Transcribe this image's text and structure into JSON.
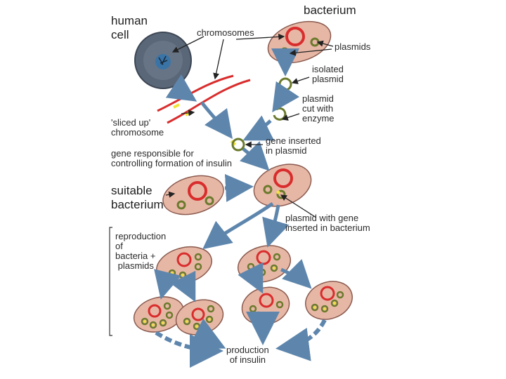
{
  "labels": {
    "human_cell": "human\ncell",
    "bacterium": "bacterium",
    "chromosomes": "chromosomes",
    "plasmids": "plasmids",
    "isolated_plasmid": "isolated\nplasmid",
    "plasmid_cut": "plasmid\ncut with\nenzyme",
    "sliced_chromosome": "'sliced up'\nchromosome",
    "gene_inserted": "gene inserted\nin plasmid",
    "gene_responsible": "gene responsible for\ncontrolling formation of insulin",
    "suitable_bacterium": "suitable\nbacterium",
    "plasmid_with_gene": "plasmid with gene\ninserted in bacterium",
    "reproduction": "reproduction\nof\nbacteria +\n plasmids",
    "production": "production\nof insulin"
  },
  "colors": {
    "cell_fill": "#4f5d6e",
    "nucleus": "#3a74a6",
    "bacterium_fill": "#e7b7a6",
    "bacterium_stroke": "#8a5a4e",
    "chromosome_red": "#d92d2d",
    "plasmid_green": "#6b7a2c",
    "gene_yellow": "#f2e33a",
    "arrow_blue": "#5e86ad"
  }
}
